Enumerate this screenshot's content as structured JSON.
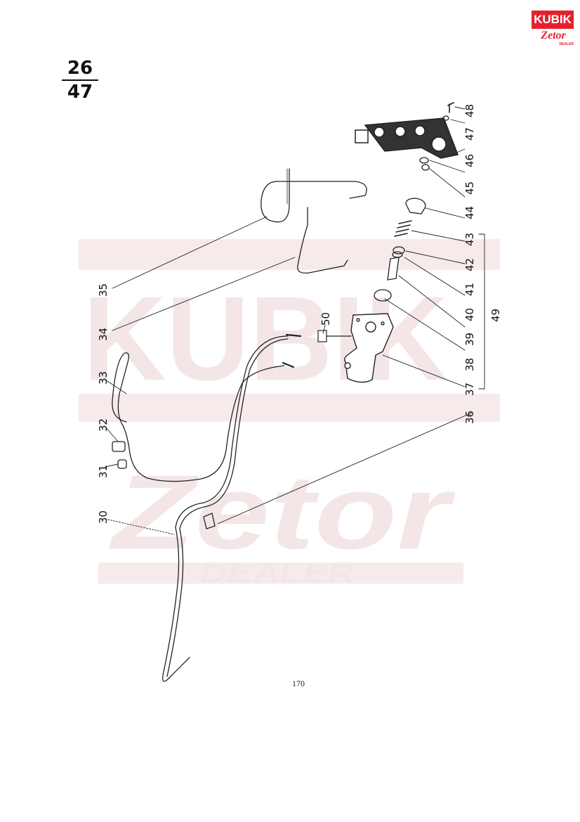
{
  "logo": {
    "brand": "KUBIK",
    "script": "Zetor",
    "dealer": "DEALER"
  },
  "page_ref": {
    "top": "26",
    "bottom": "47"
  },
  "page_number": "170",
  "watermark": {
    "line1": "KUBIK",
    "line2": "Zetor",
    "line3": "DEALER"
  },
  "callouts": [
    "30",
    "31",
    "32",
    "33",
    "34",
    "35",
    "36",
    "37",
    "38",
    "39",
    "40",
    "41",
    "42",
    "43",
    "44",
    "45",
    "46",
    "47",
    "48",
    "49",
    "50"
  ],
  "colors": {
    "brand_red": "#e5202e",
    "watermark": "#f4e6e6",
    "ink": "#111111"
  }
}
